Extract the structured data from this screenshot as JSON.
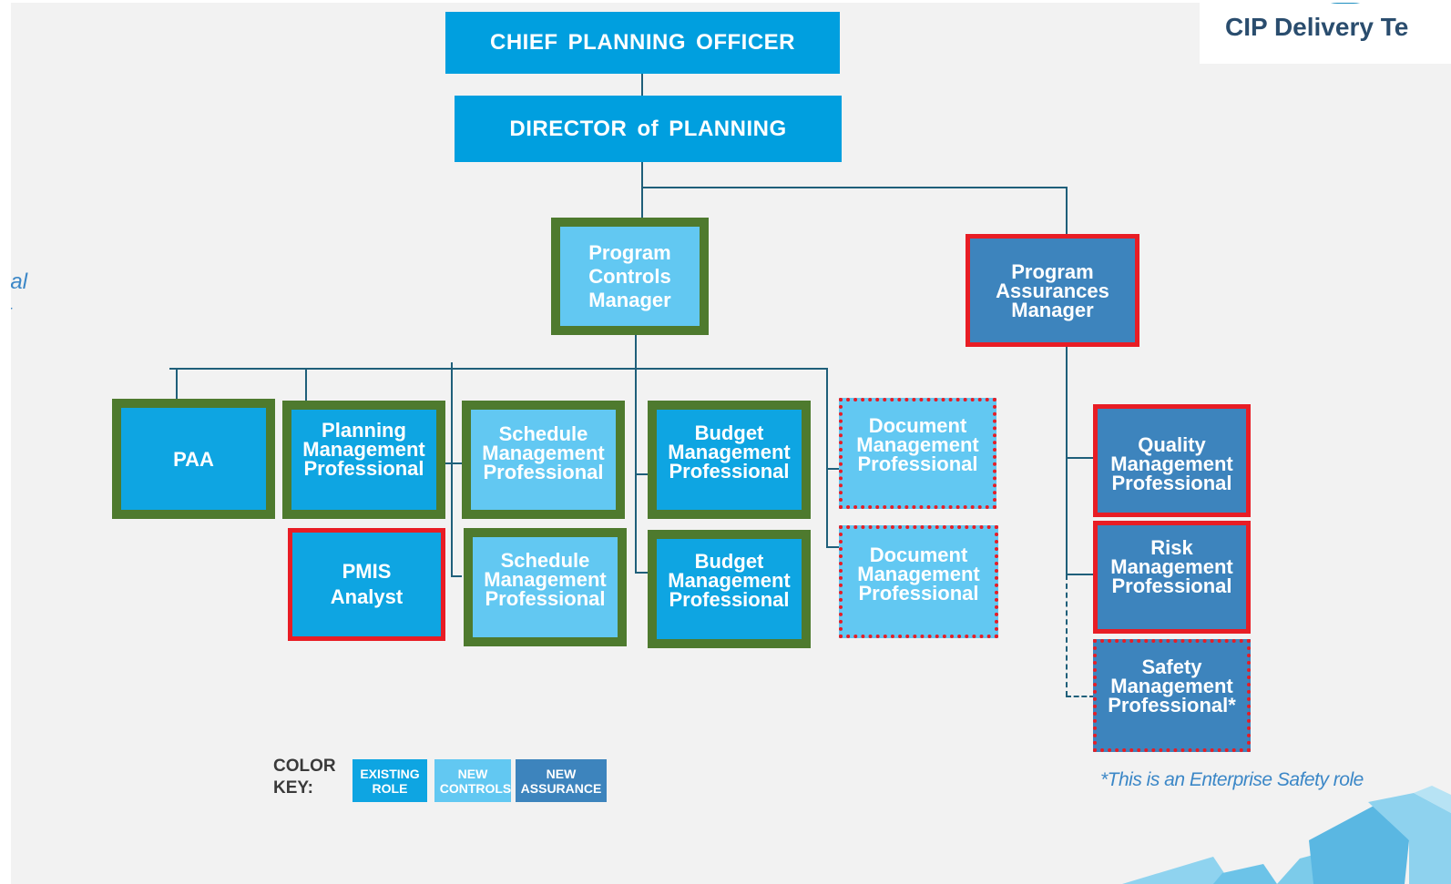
{
  "header": {
    "team_label": "CIP Delivery Te"
  },
  "side_fragment": {
    "line1": "nal",
    "line2": "rt"
  },
  "executives": {
    "cpo": "CHIEF PLANNING OFFICER",
    "director": "DIRECTOR of PLANNING"
  },
  "managers": {
    "controls": [
      "Program",
      "Controls",
      "Manager"
    ],
    "assurance": [
      "Program",
      "Assurances",
      "Manager"
    ]
  },
  "roles": {
    "paa": [
      "PAA"
    ],
    "planning": [
      "Planning",
      "Management",
      "Professional"
    ],
    "pmis": [
      "PMIS",
      "Analyst"
    ],
    "schedule1": [
      "Schedule",
      "Management",
      "Professional"
    ],
    "schedule2": [
      "Schedule",
      "Management",
      "Professional"
    ],
    "budget1": [
      "Budget",
      "Management",
      "Professional"
    ],
    "budget2": [
      "Budget",
      "Management",
      "Professional"
    ],
    "document1": [
      "Document",
      "Management",
      "Professional"
    ],
    "document2": [
      "Document",
      "Management",
      "Professional"
    ],
    "quality": [
      "Quality",
      "Management",
      "Professional"
    ],
    "risk": [
      "Risk",
      "Management",
      "Professional"
    ],
    "safety": [
      "Safety",
      "Management",
      "Professional*"
    ]
  },
  "color_key": {
    "title": [
      "COLOR",
      "KEY:"
    ],
    "items": [
      {
        "lines": [
          "EXISTING",
          "ROLE"
        ],
        "color": "#0ea5e2"
      },
      {
        "lines": [
          "NEW",
          "CONTROLS"
        ],
        "color": "#62c8f2"
      },
      {
        "lines": [
          "NEW",
          "ASSURANCE"
        ],
        "color": "#3d84bd"
      }
    ]
  },
  "footnote": "*This is an Enterprise Safety role",
  "colors": {
    "existing_role": "#0ea5e2",
    "new_controls": "#62c8f2",
    "new_assurance": "#3d84bd",
    "executive": "#009fdf",
    "green_border": "#4e7a2e",
    "red_border": "#e81d25",
    "connector": "#1f5f7a"
  }
}
